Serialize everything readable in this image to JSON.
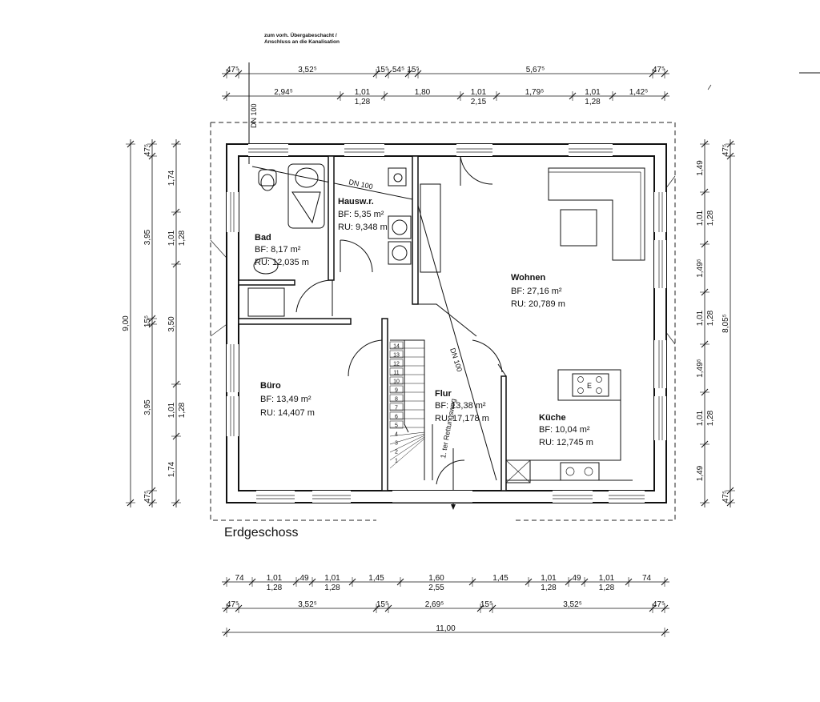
{
  "floor_title": "Erdgeschoss",
  "sewer_note": [
    "zum vorh. Übergabeschacht /",
    "Anschluss an die Kanalisation"
  ],
  "pipe_labels": {
    "top_vertical": "DN 100",
    "hauswr": "DN 100",
    "diagonal": "DN 100"
  },
  "escape_route_label": "1. ter Rettungsweg",
  "rooms": [
    {
      "name": "Bad",
      "bf": "BF:    8,17 m²",
      "ru": "RU:  12,035 m"
    },
    {
      "name": "Hausw.r.",
      "bf": "BF:   5,35 m²",
      "ru": "RU: 9,348 m"
    },
    {
      "name": "Wohnen",
      "bf": "BF:   27,16 m²",
      "ru": "RU: 20,789 m"
    },
    {
      "name": "Büro",
      "bf": "BF:   13,49 m²",
      "ru": "RU: 14,407 m"
    },
    {
      "name": "Flur",
      "bf": "BF:   13,38 m²",
      "ru": "RU: 17,178 m"
    },
    {
      "name": "Küche",
      "bf": "BF:   10,04 m²",
      "ru": "RU: 12,745 m"
    }
  ],
  "stair_steps": [
    "14",
    "13",
    "12",
    "11",
    "10",
    "9",
    "8",
    "7",
    "6",
    "5",
    "4",
    "3",
    "2",
    "1"
  ],
  "dims_top": {
    "row1": [
      "47⁵",
      "3,52⁵",
      "15⁵",
      "54⁵",
      "15⁵",
      "5,67⁵",
      "47⁵"
    ],
    "row2": [
      {
        "t": "2,94⁵"
      },
      {
        "t": "1,01",
        "b": "1,28"
      },
      {
        "t": "1,80"
      },
      {
        "t": "1,01",
        "b": "2,15"
      },
      {
        "t": "1,79⁵"
      },
      {
        "t": "1,01",
        "b": "1,28"
      },
      {
        "t": "1,42⁵"
      }
    ]
  },
  "dims_bottom": {
    "row1": [
      {
        "t": "74"
      },
      {
        "t": "1,01",
        "b": "1,28"
      },
      {
        "t": "49"
      },
      {
        "t": "1,01",
        "b": "1,28"
      },
      {
        "t": "1,45"
      },
      {
        "t": "1,60",
        "b": "2,55"
      },
      {
        "t": "1,45"
      },
      {
        "t": "1,01",
        "b": "1,28"
      },
      {
        "t": "49"
      },
      {
        "t": "1,01",
        "b": "1,28"
      },
      {
        "t": "74"
      }
    ],
    "row2": [
      "47⁵",
      "3,52⁵",
      "15⁵",
      "2,69⁵",
      "15⁵",
      "3,52⁵",
      "47⁵"
    ],
    "total": "11,00"
  },
  "dims_left": {
    "total": "9,00",
    "outer": [
      "47⁵",
      "3,95",
      "15⁵",
      "3,95",
      "47⁵"
    ],
    "inner": [
      {
        "t": "1,74"
      },
      {
        "t": "1,01",
        "b": "1,28"
      },
      {
        "t": "3,50"
      },
      {
        "t": "1,01",
        "b": "1,28"
      },
      {
        "t": "1,74"
      }
    ]
  },
  "dims_right": {
    "inner": [
      {
        "t": "1,49"
      },
      {
        "t": "1,01",
        "b": "1,28"
      },
      {
        "t": "1,49⁵"
      },
      {
        "t": "1,01",
        "b": "1,28"
      },
      {
        "t": "1,49⁵"
      },
      {
        "t": "1,01",
        "b": "1,28"
      },
      {
        "t": "1,49"
      }
    ],
    "outer": [
      "47⁵",
      "8,05⁵",
      "47⁵"
    ]
  },
  "hob_label": "E"
}
